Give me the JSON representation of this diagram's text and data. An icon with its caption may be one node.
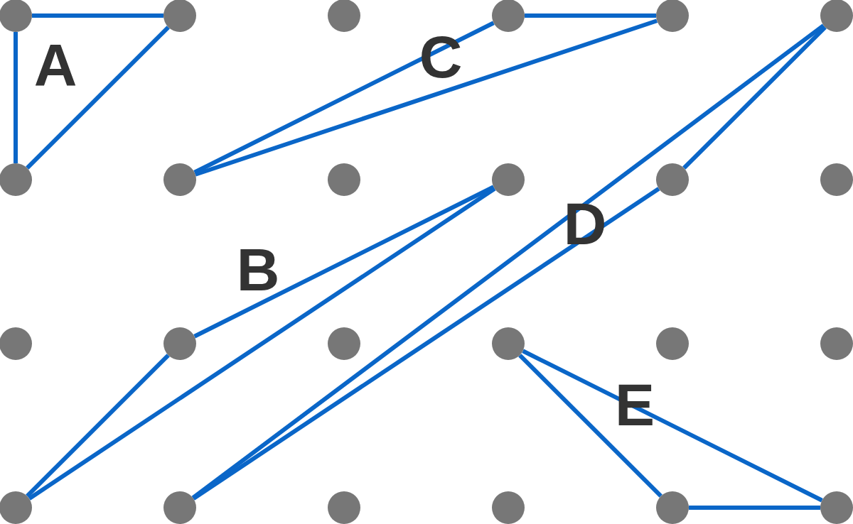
{
  "diagram": {
    "nodes": [
      {
        "text": [],
        "shape": "circle"
      },
      {
        "text": [],
        "shape": "circle"
      },
      {
        "text": [],
        "shape": "circle"
      },
      {
        "text": [],
        "shape": "circle"
      },
      {
        "text": [],
        "shape": "circle"
      },
      {
        "text": [],
        "shape": "circle"
      },
      {
        "text": [],
        "shape": "circle"
      },
      {
        "text": [],
        "shape": "circle"
      },
      {
        "text": [],
        "shape": "circle"
      },
      {
        "text": [],
        "shape": "circle"
      },
      {
        "text": [],
        "shape": "circle"
      },
      {
        "text": [],
        "shape": "circle"
      },
      {
        "text": [],
        "shape": "circle"
      },
      {
        "text": [],
        "shape": "circle"
      },
      {
        "text": [],
        "shape": "circle"
      },
      {
        "text": [],
        "shape": "circle"
      },
      {
        "text": [],
        "shape": "circle"
      },
      {
        "text": [],
        "shape": "circle"
      },
      {
        "text": [],
        "shape": "circle"
      },
      {
        "text": [],
        "shape": "circle"
      },
      {
        "text": [],
        "shape": "circle"
      },
      {
        "text": [],
        "shape": "circle"
      },
      {
        "text": [],
        "shape": "circle"
      },
      {
        "text": [],
        "shape": "circle"
      }
    ],
    "edges": [
      {
        "from": 0,
        "to": 1,
        "arrow": "none"
      },
      {
        "from": 1,
        "to": 6,
        "arrow": "none"
      },
      {
        "from": 6,
        "to": 0,
        "arrow": "none"
      },
      {
        "from": 7,
        "to": 3,
        "arrow": "none"
      },
      {
        "from": 3,
        "to": 4,
        "arrow": "none"
      },
      {
        "from": 4,
        "to": 7,
        "arrow": "none"
      },
      {
        "from": 5,
        "to": 10,
        "arrow": "none"
      },
      {
        "from": 10,
        "to": 19,
        "arrow": "none"
      },
      {
        "from": 19,
        "to": 5,
        "arrow": "none"
      },
      {
        "from": 13,
        "to": 9,
        "arrow": "none"
      },
      {
        "from": 9,
        "to": 18,
        "arrow": "none"
      },
      {
        "from": 18,
        "to": 13,
        "arrow": "none"
      },
      {
        "from": 15,
        "to": 23,
        "arrow": "none"
      },
      {
        "from": 23,
        "to": 22,
        "arrow": "none"
      },
      {
        "from": 22,
        "to": 15,
        "arrow": "none"
      }
    ],
    "labels": [
      "A",
      "C",
      "D",
      "B",
      "E"
    ]
  }
}
